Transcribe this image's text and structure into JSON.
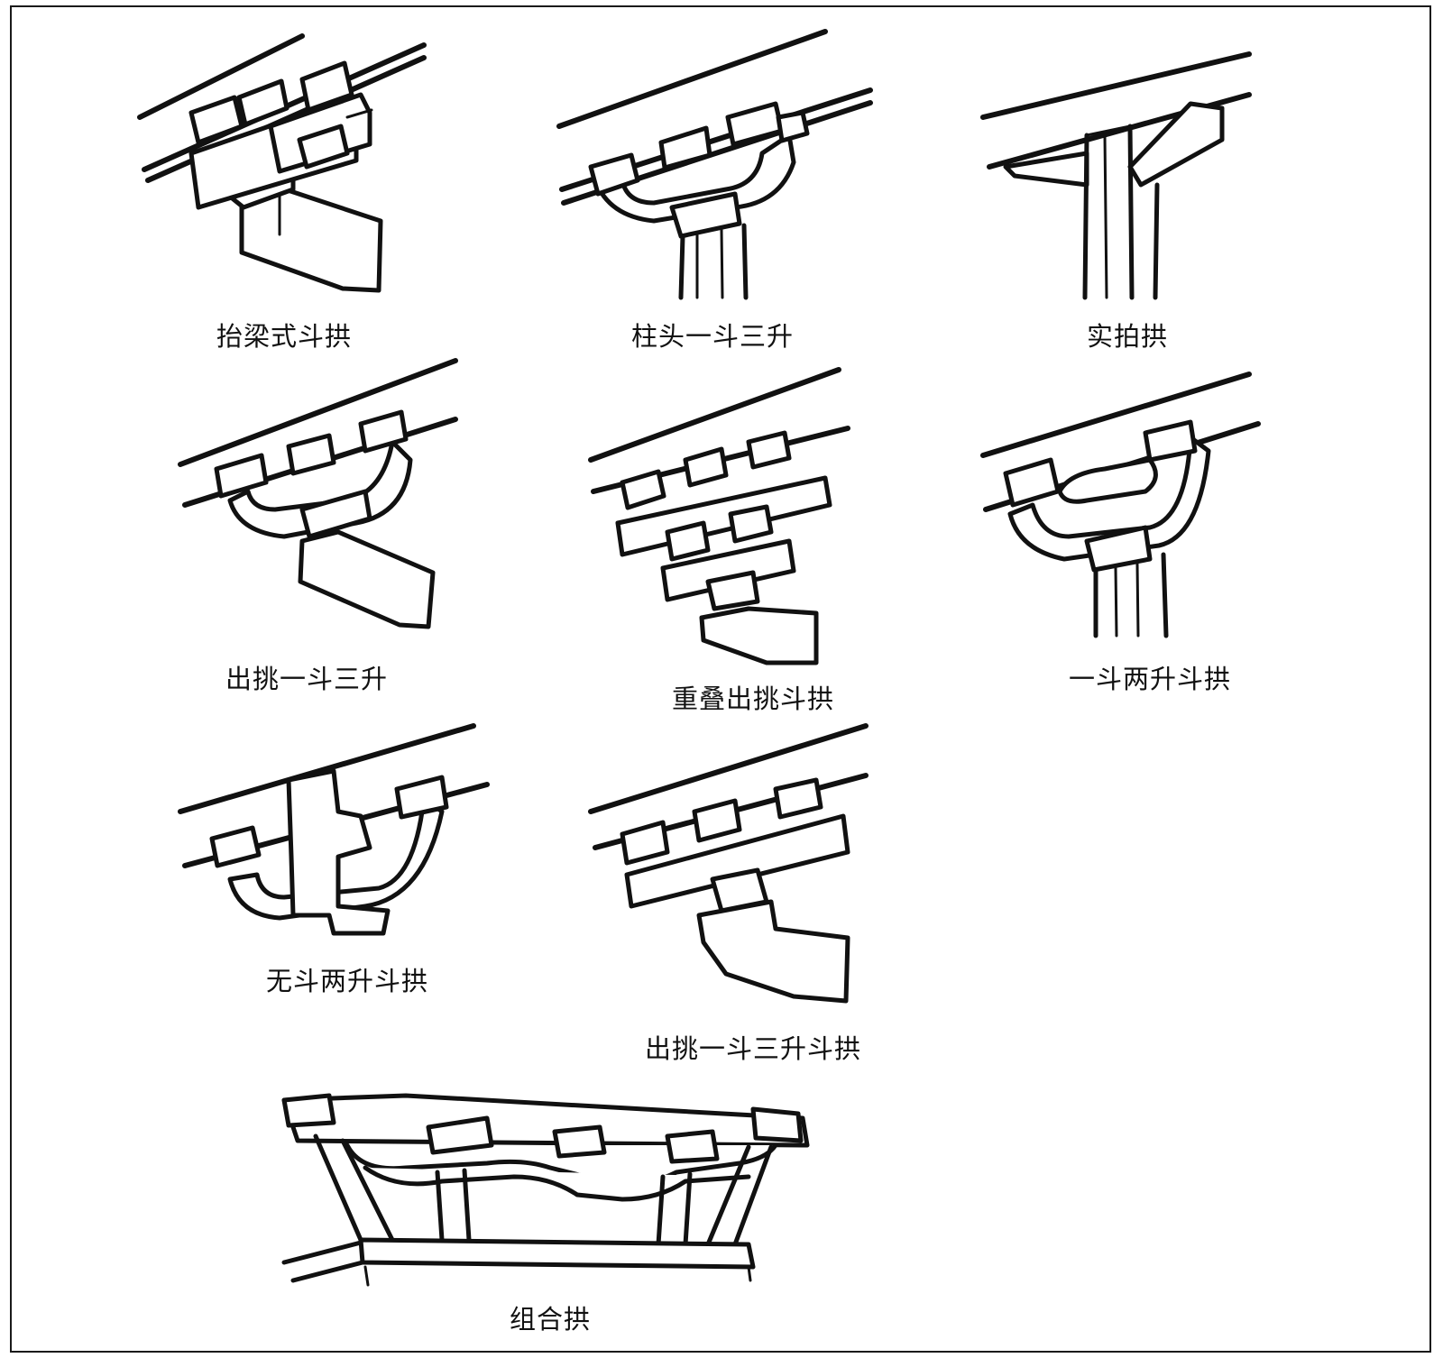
{
  "captions": [
    "抬梁式斗拱",
    "柱头一斗三升",
    "实拍拱",
    "出挑一斗三升",
    "重叠出挑斗拱",
    "一斗两升斗拱",
    "无斗两升斗拱",
    "出挑一斗三升斗拱",
    "组合拱"
  ],
  "colors": {
    "ink": "#111111",
    "paper": "#ffffff",
    "frame": "#1a1a1a"
  }
}
